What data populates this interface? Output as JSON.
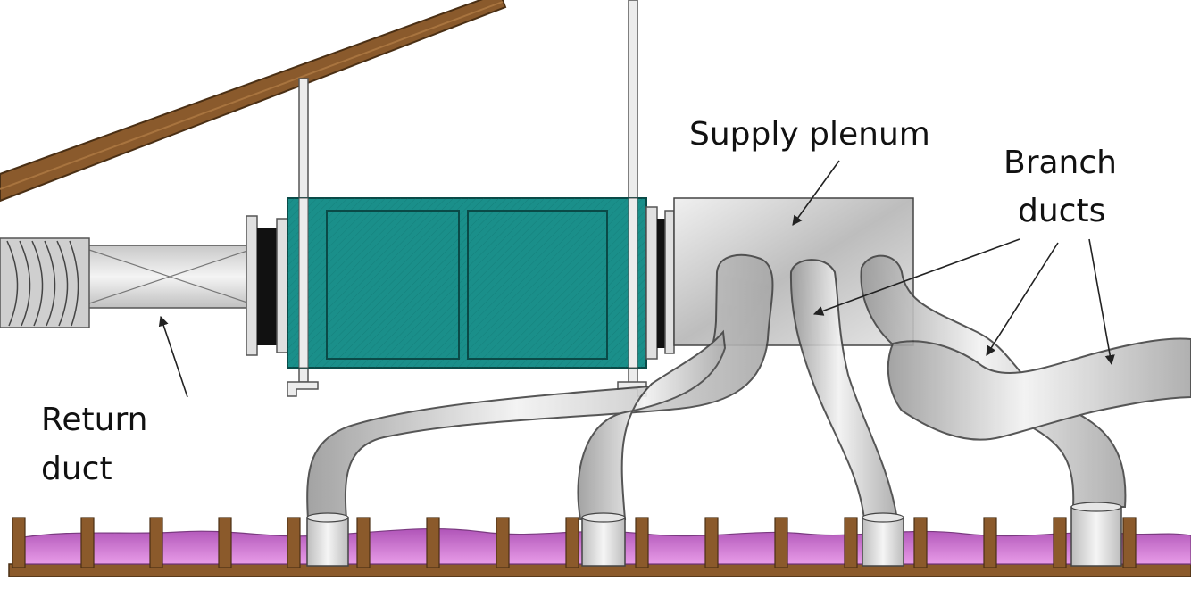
{
  "labels": {
    "return_duct": [
      "Return",
      "duct"
    ],
    "supply_plenum": "Supply plenum",
    "branch_ducts": [
      "Branch",
      "ducts"
    ]
  },
  "colors": {
    "rafter": "#8a5a2c",
    "air_handler": "#1a8f8a",
    "insulation": "#d98ad9",
    "joist": "#8b5a2b",
    "duct": "#d4d4d4"
  }
}
